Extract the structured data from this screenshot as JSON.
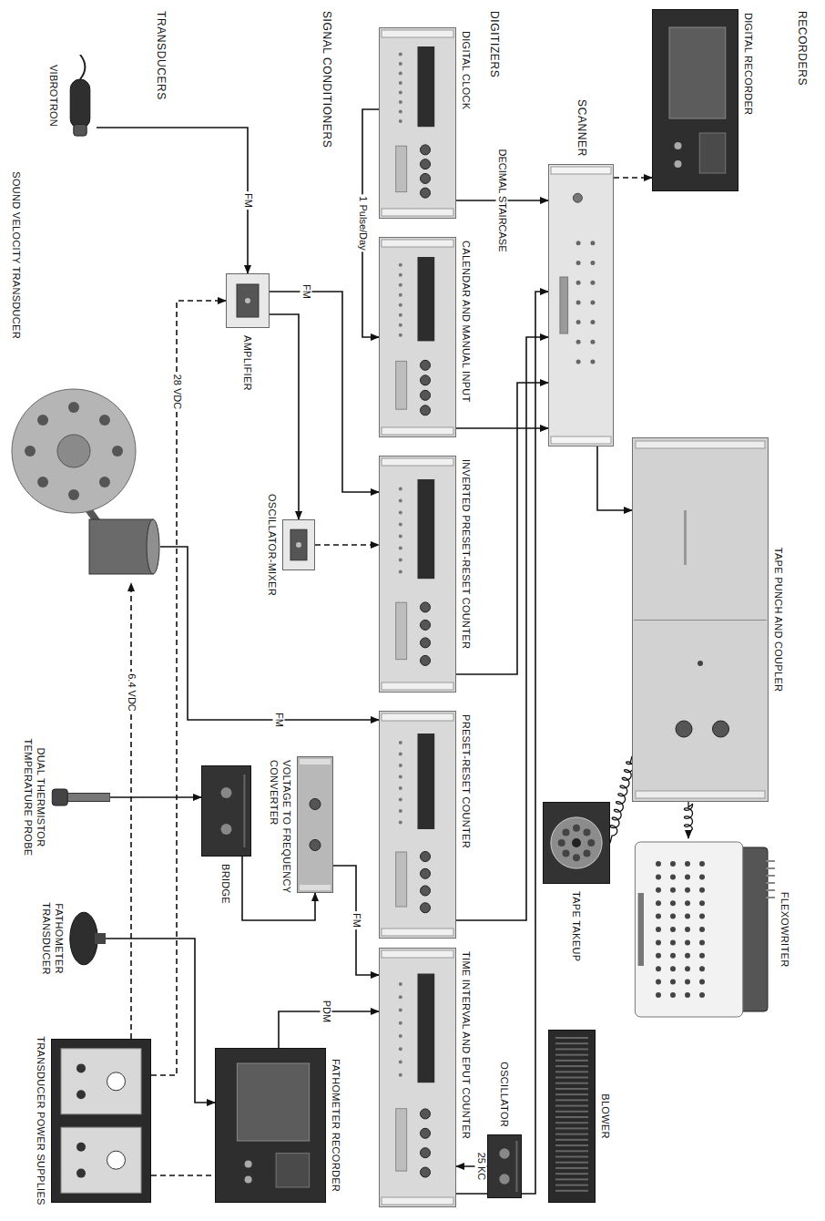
{
  "diagram": {
    "nodes": [
      {
        "text": [
          "DIGITAL RECORDER"
        ]
      },
      {
        "text": [
          "TAPE PUNCH AND COUPLER"
        ]
      },
      {
        "text": [
          "FLEXOWRITER"
        ]
      },
      {
        "text": [
          "SCANNER"
        ]
      },
      {
        "text": [
          "TAPE TAKEUP"
        ]
      },
      {
        "text": [
          "BLOWER"
        ]
      },
      {
        "text": [
          "DIGITAL CLOCK"
        ]
      },
      {
        "text": [
          "CALENDAR AND MANUAL INPUT"
        ]
      },
      {
        "text": [
          "INVERTED PRESET-RESET COUNTER"
        ]
      },
      {
        "text": [
          "PRESET-RESET COUNTER"
        ]
      },
      {
        "text": [
          "TIME INTERVAL AND EPUT COUNTER"
        ]
      },
      {
        "text": [
          "OSCILLATOR"
        ]
      },
      {
        "text": [
          "AMPLIFIER"
        ]
      },
      {
        "text": [
          "OSCILLATOR-MIXER"
        ]
      },
      {
        "text": [
          "BRIDGE"
        ]
      },
      {
        "text": [
          "VOLTAGE TO FREQUENCY CONVERTER"
        ]
      },
      {
        "text": [
          "FATHOMETER RECORDER"
        ]
      },
      {
        "text": [
          "VIBROTRON"
        ]
      },
      {
        "text": [
          "SOUND VELOCITY TRANSDUCER"
        ]
      },
      {
        "text": [
          "DUAL THERMISTOR TEMPERATURE PROBE"
        ]
      },
      {
        "text": [
          "FATHOMETER TRANSDUCER"
        ]
      },
      {
        "text": [
          "TRANSDUCER POWER SUPPLIES"
        ]
      }
    ],
    "edges": [
      {
        "from": 6,
        "to": 7,
        "label": "1 Pulse/Day",
        "arrow": "to"
      },
      {
        "from": 6,
        "to": 3,
        "label": "DECIMAL STAIRCASE",
        "arrow": "to"
      },
      {
        "from": 7,
        "to": 3,
        "arrow": "to"
      },
      {
        "from": 8,
        "to": 3,
        "arrow": "to"
      },
      {
        "from": 9,
        "to": 3,
        "arrow": "to"
      },
      {
        "from": 10,
        "to": 3,
        "arrow": "to"
      },
      {
        "from": 3,
        "to": 0,
        "arrow": "to"
      },
      {
        "from": 3,
        "to": 1,
        "arrow": "to"
      },
      {
        "from": 1,
        "to": 4,
        "arrow": "none"
      },
      {
        "from": 1,
        "to": 2,
        "arrow": "to"
      },
      {
        "from": 11,
        "to": 10,
        "label": "25 KC",
        "arrow": "to"
      },
      {
        "from": 17,
        "to": 12,
        "label": "FM",
        "arrow": "to"
      },
      {
        "from": 12,
        "to": 8,
        "label": "FM",
        "arrow": "to"
      },
      {
        "from": 12,
        "to": 13,
        "arrow": "to"
      },
      {
        "from": 13,
        "to": 8,
        "arrow": "to"
      },
      {
        "from": 18,
        "to": 9,
        "label": "FM",
        "arrow": "to"
      },
      {
        "from": 19,
        "to": 14,
        "arrow": "to"
      },
      {
        "from": 14,
        "to": 15,
        "arrow": "to"
      },
      {
        "from": 15,
        "to": 10,
        "label": "FM",
        "arrow": "to"
      },
      {
        "from": 20,
        "to": 16,
        "arrow": "to"
      },
      {
        "from": 16,
        "to": 10,
        "label": "PDM",
        "arrow": "to"
      },
      {
        "from": 21,
        "to": 12,
        "label": "28 VDC",
        "arrow": "to"
      },
      {
        "from": 21,
        "to": 18,
        "label": "6.4 VDC",
        "arrow": "to"
      },
      {
        "from": 21,
        "to": 16,
        "arrow": "none"
      }
    ],
    "labels": [
      "RECORDERS",
      "DIGITIZERS",
      "SIGNAL CONDITIONERS",
      "TRANSDUCERS"
    ]
  }
}
